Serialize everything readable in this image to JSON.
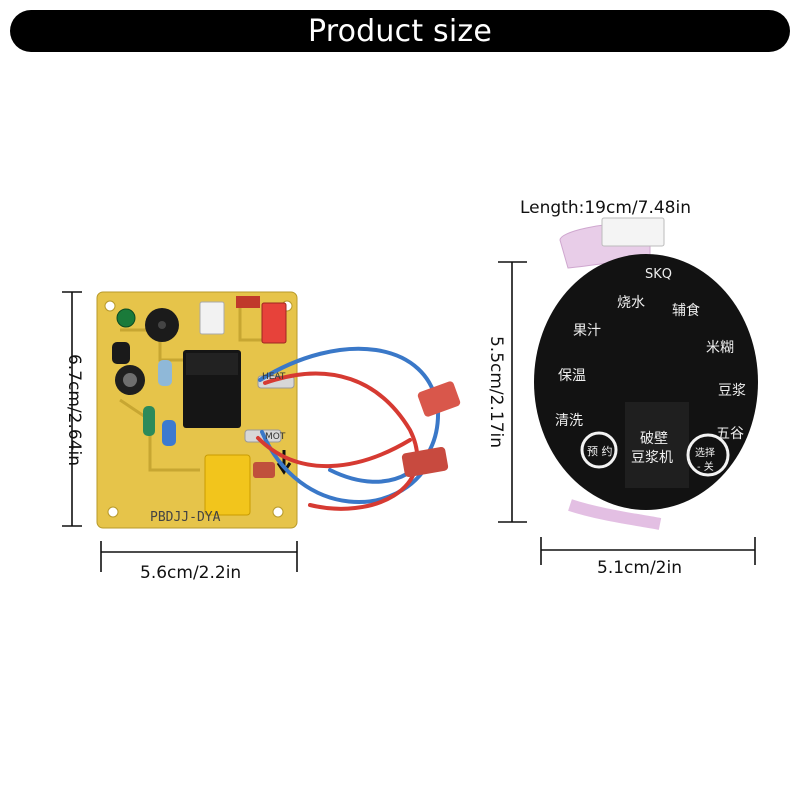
{
  "banner": {
    "title": "Product size"
  },
  "board": {
    "height_label": "6.7cm/2.64in",
    "width_label": "5.6cm/2.2in",
    "silkscreen": "PBDJJ-DYA",
    "connector_labels": [
      "HEAT",
      "MOT"
    ]
  },
  "panel": {
    "length_label": "Length:19cm/7.48in",
    "height_label": "5.5cm/2.17in",
    "width_label": "5.1cm/2in",
    "brand": "SKQ",
    "buttons": {
      "boil": "烧水",
      "supplement": "辅食",
      "juice": "果汁",
      "rice_paste": "米糊",
      "keep_warm": "保温",
      "soymilk": "豆浆",
      "clean": "清洗",
      "grains": "五谷",
      "center_line1": "破壁",
      "center_line2": "豆浆机",
      "reserve": "预 约",
      "select_line1": "选择",
      "select_line2": "- 关"
    }
  },
  "colors": {
    "banner": "#000000",
    "board": "#e3c246",
    "panel": "#111111",
    "wire_red": "#d63a32",
    "wire_blue": "#3a78c8"
  }
}
